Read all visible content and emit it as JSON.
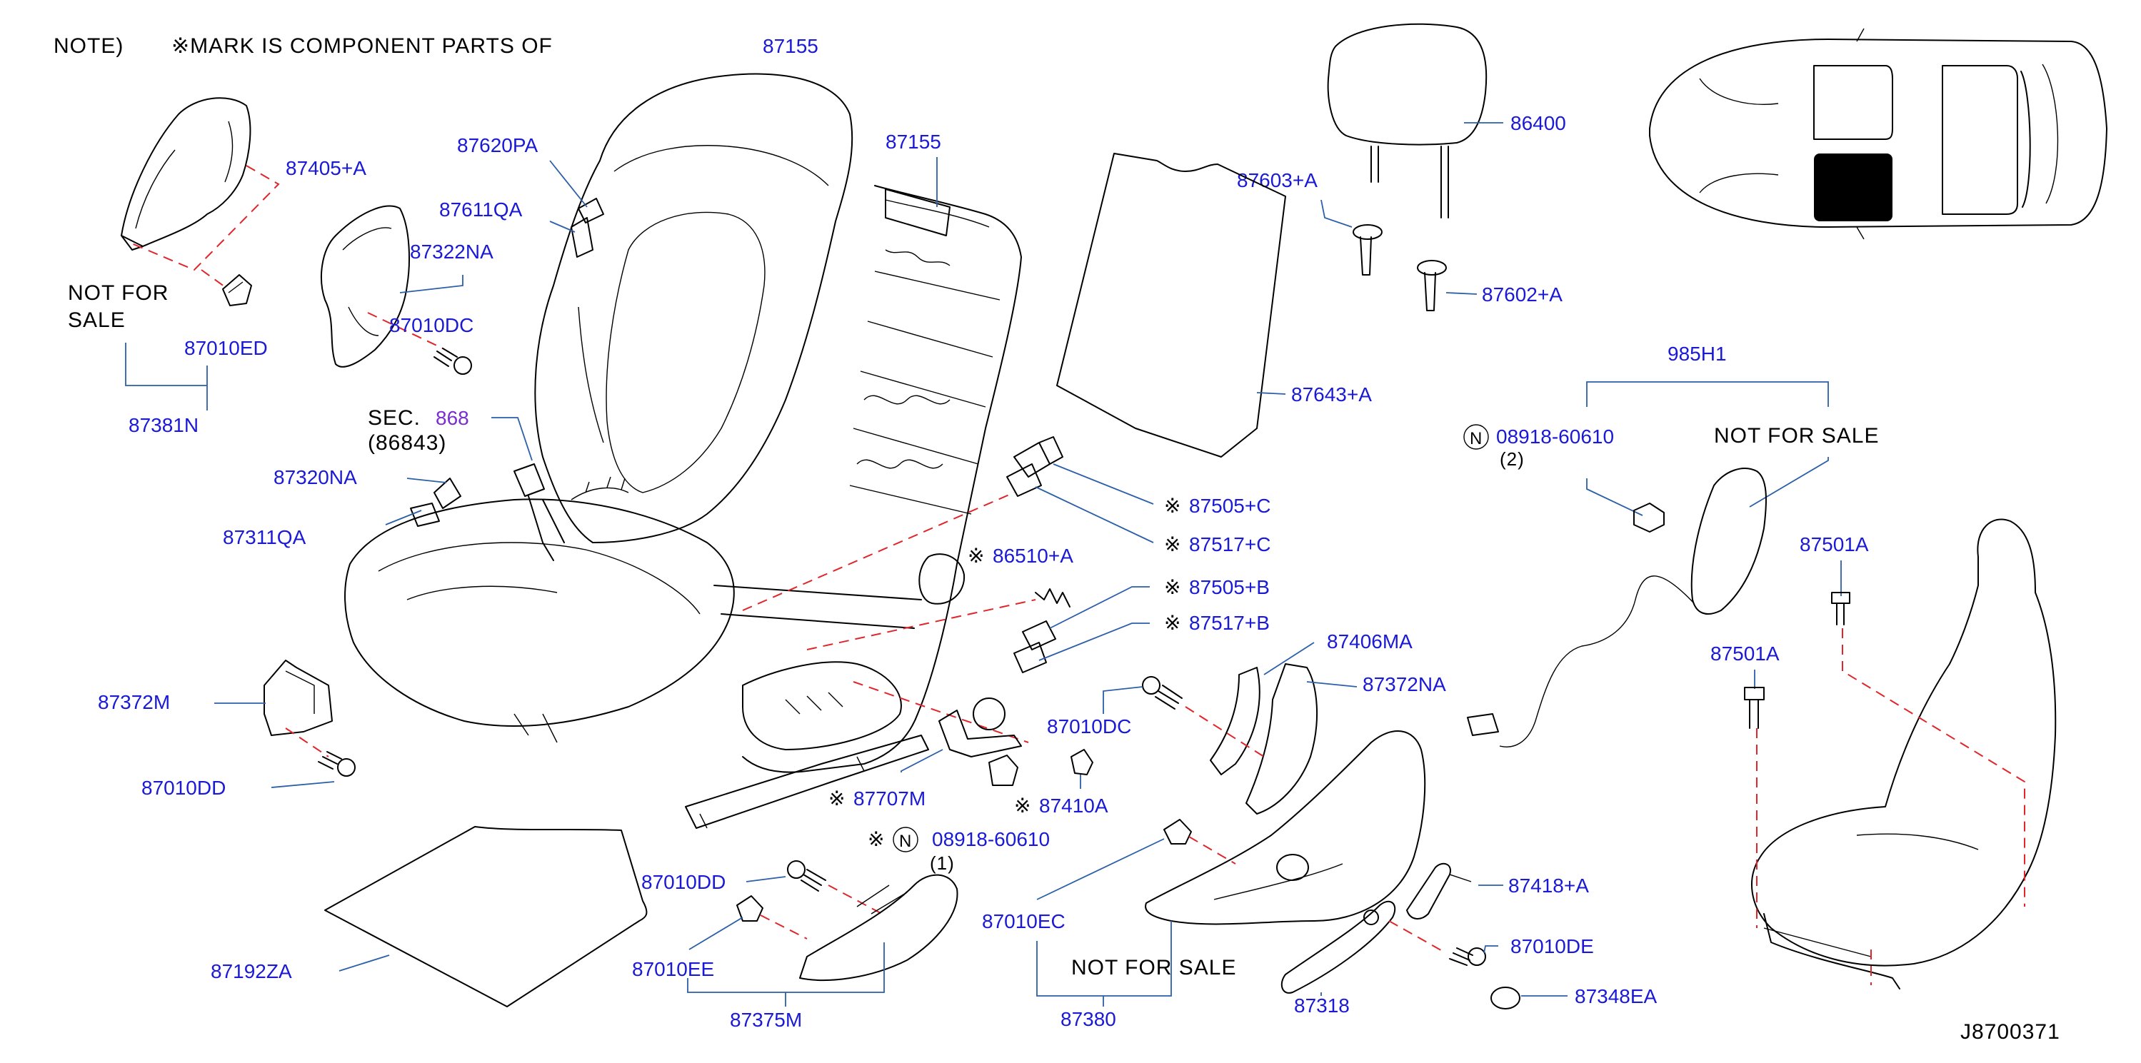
{
  "note": {
    "prefix": "NOTE)",
    "text": "※MARK  IS  COMPONENT  PARTS  OF",
    "ref": "87155"
  },
  "diagram_id": "J8700371",
  "section_ref": {
    "sec": "SEC.",
    "num": "868",
    "sub": "(86843)"
  },
  "labels": {
    "p87405A": "87405+A",
    "p87620PA": "87620PA",
    "p87155b": "87155",
    "p87611QA": "87611QA",
    "p87322NA": "87322NA",
    "p87010ED": "87010ED",
    "p87010DC_left": "87010DC",
    "p87381N": "87381N",
    "p87320NA": "87320NA",
    "p87311QA": "87311QA",
    "p87372M": "87372M",
    "p87010DD_left": "87010DD",
    "p87192ZA": "87192ZA",
    "p86400": "86400",
    "p87603A": "87603+A",
    "p87602A": "87602+A",
    "p87643A": "87643+A",
    "p985H1": "985H1",
    "p08918_r": "08918-60610",
    "p08918_r_qty": "(2)",
    "p87505C": "87505+C",
    "p87517C": "87517+C",
    "p86510A": "86510+A",
    "p87505B": "87505+B",
    "p87517B": "87517+B",
    "p87406MA": "87406MA",
    "p87372NA": "87372NA",
    "p87010DC_mid": "87010DC",
    "p87707M": "87707M",
    "p87410A": "87410A",
    "p08918_m": "08918-60610",
    "p08918_m_qty": "(1)",
    "p87010DD_mid": "87010DD",
    "p87010EE": "87010EE",
    "p87375M": "87375M",
    "p87010EC": "87010EC",
    "p87380": "87380",
    "p87418A": "87418+A",
    "p87010DE": "87010DE",
    "p87318": "87318",
    "p87348EA": "87348EA",
    "p87501A_a": "87501A",
    "p87501A_b": "87501A"
  },
  "nfs": {
    "left_not": "NOT   FOR",
    "left_sale": "SALE",
    "right": "NOT   FOR   SALE",
    "bottom": "NOT   FOR   SALE"
  },
  "marks": {
    "ref": "※",
    "n": "N"
  }
}
